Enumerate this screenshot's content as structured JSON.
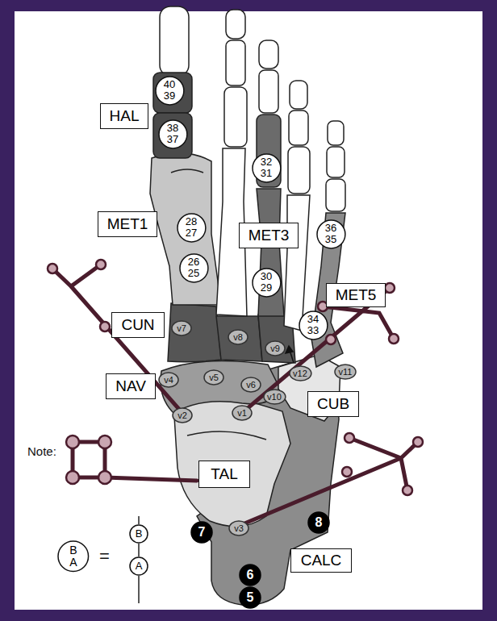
{
  "diagram": {
    "nodes": [
      {
        "text": [
          "40",
          "39"
        ]
      },
      {
        "text": [
          "HAL"
        ]
      },
      {
        "text": [
          "38",
          "37"
        ]
      },
      {
        "text": [
          "32",
          "31"
        ]
      },
      {
        "text": [
          "MET1"
        ]
      },
      {
        "text": [
          "28",
          "27"
        ]
      },
      {
        "text": [
          "MET3"
        ]
      },
      {
        "text": [
          "36",
          "35"
        ]
      },
      {
        "text": [
          "26",
          "25"
        ]
      },
      {
        "text": [
          "30",
          "29"
        ]
      },
      {
        "text": [
          "MET5"
        ]
      },
      {
        "text": [
          "CUN"
        ]
      },
      {
        "text": [
          "34",
          "33"
        ]
      },
      {
        "text": [
          "v7"
        ]
      },
      {
        "text": [
          "v8"
        ]
      },
      {
        "text": [
          "v9"
        ]
      },
      {
        "text": [
          "NAV"
        ]
      },
      {
        "text": [
          "v4"
        ]
      },
      {
        "text": [
          "v5"
        ]
      },
      {
        "text": [
          "v6"
        ]
      },
      {
        "text": [
          "v12"
        ]
      },
      {
        "text": [
          "v11"
        ]
      },
      {
        "text": [
          "v10"
        ]
      },
      {
        "text": [
          "CUB"
        ]
      },
      {
        "text": [
          "v2"
        ]
      },
      {
        "text": [
          "v1"
        ]
      },
      {
        "text": [
          "TAL"
        ]
      },
      {
        "text": [
          "v3"
        ]
      },
      {
        "text": [
          "8"
        ]
      },
      {
        "text": [
          "7"
        ]
      },
      {
        "text": [
          "CALC"
        ]
      },
      {
        "text": [
          "6"
        ]
      },
      {
        "text": [
          "5"
        ]
      },
      {
        "text": [
          "B",
          "A"
        ]
      },
      {
        "text": [
          "B"
        ]
      },
      {
        "text": [
          "A"
        ]
      }
    ],
    "edges": [
      {
        "from": 34,
        "to": 35,
        "arrow": "none"
      }
    ],
    "labels": [
      "Note:",
      "="
    ]
  }
}
